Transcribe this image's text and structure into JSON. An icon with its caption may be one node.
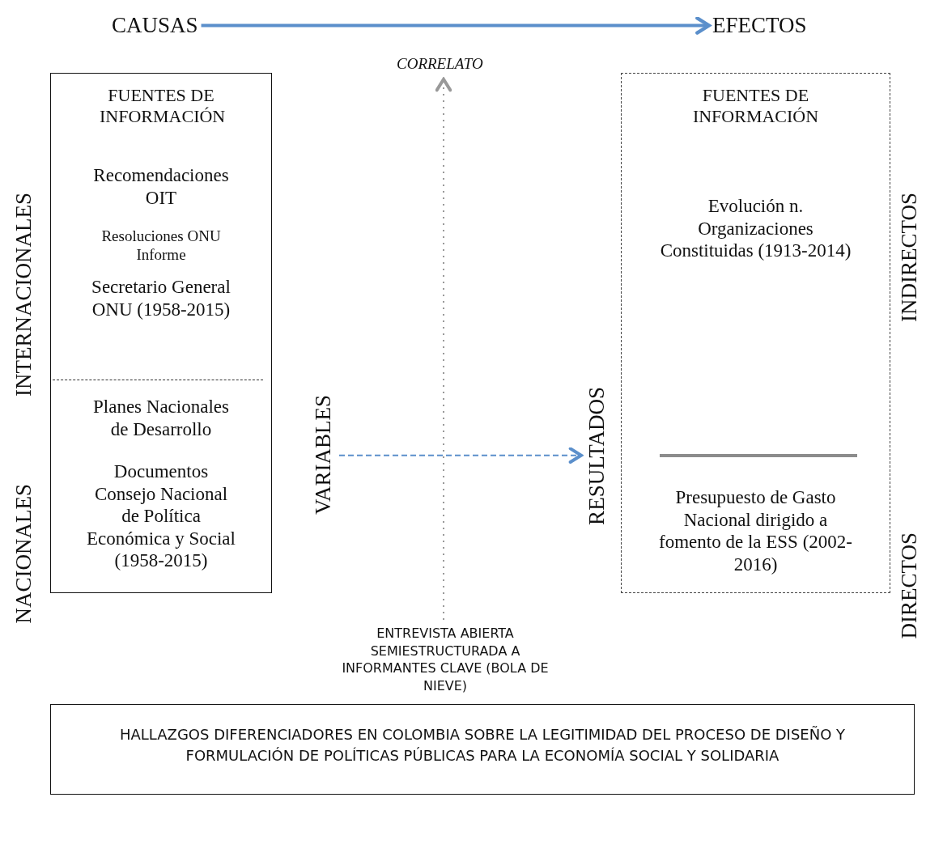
{
  "diagram": {
    "nodes": [
      {
        "text": [
          "CAUSAS"
        ]
      },
      {
        "text": [
          "EFECTOS"
        ]
      },
      {
        "text": [
          "FUENTES DE INFORMACIÓN",
          "Recomendaciones OIT",
          "Resoluciones ONU Informe",
          "Secretario General ONU (1958-2015)",
          "Planes Nacionales de Desarrollo",
          "Documentos Consejo Nacional de Política Económica y Social (1958-2015)"
        ]
      },
      {
        "text": [
          "FUENTES DE INFORMACIÓN",
          "Evolución n. Organizaciones Constituidas (1913-2014)",
          "Presupuesto de Gasto Nacional dirigido a fomento de la ESS (2002-2016)"
        ]
      },
      {
        "text": [
          "VARIABLES"
        ]
      },
      {
        "text": [
          "RESULTADOS"
        ]
      },
      {
        "text": [
          "CORRELATO"
        ]
      },
      {
        "text": [
          "ENTREVISTA ABIERTA SEMIESTRUCTURADA A INFORMANTES CLAVE (BOLA DE NIEVE)"
        ]
      },
      {
        "text": [
          "HALLAZGOS DIFERENCIADORES EN COLOMBIA SOBRE LA LEGITIMIDAD DEL PROCESO DE DISEÑO Y FORMULACIÓN DE POLÍTICAS PÚBLICAS PARA LA ECONOMÍA SOCIAL Y SOLIDARIA"
        ]
      }
    ],
    "edges": [
      {
        "from": 0,
        "to": 1,
        "arrow": "to",
        "style": "thick",
        "color": "#5b8fcb"
      },
      {
        "from": 4,
        "to": 5,
        "arrow": "to",
        "style": "dashed",
        "color": "#5b8fcb"
      },
      {
        "from": 7,
        "to": 6,
        "arrow": "to",
        "style": "dashed",
        "color": "#999999"
      }
    ],
    "labels": [
      "INTERNACIONALES",
      "NACIONALES",
      "INDIRECTOS",
      "DIRECTOS"
    ]
  }
}
